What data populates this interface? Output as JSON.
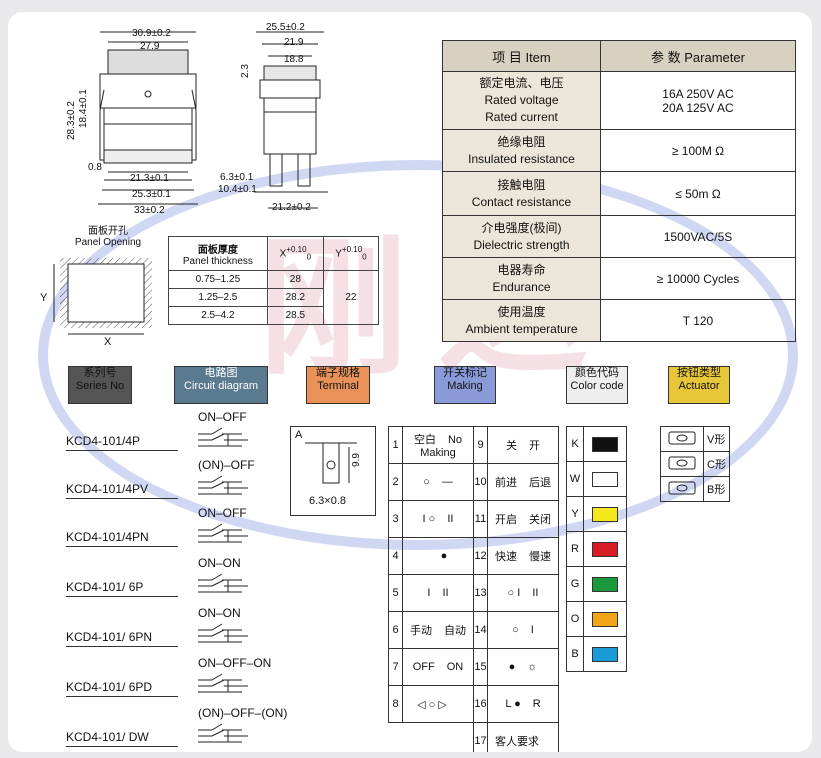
{
  "front_view": {
    "dims": [
      "30.9±0.2",
      "27.9",
      "28.3±0.2",
      "18.4±0.1",
      "0.8",
      "21.3±0.1",
      "25.3±0.1",
      "33±0.2"
    ]
  },
  "side_view": {
    "dims": [
      "25.5±0.2",
      "21.9",
      "18.8",
      "2.3",
      "6.3±0.1",
      "10.4±0.1",
      "21.2±0.2"
    ]
  },
  "params": {
    "header_item": "项 目  Item",
    "header_param": "参 数  Parameter",
    "rows": [
      {
        "cn": "额定电流、电压",
        "en1": "Rated voltage",
        "en2": "Rated current",
        "v1": "16A  250V AC",
        "v2": "20A 125V AC"
      },
      {
        "cn": "绝缘电阻",
        "en1": "Insulated resistance",
        "en2": "",
        "v1": "≥ 100M Ω",
        "v2": ""
      },
      {
        "cn": "接触电阻",
        "en1": "Contact resistance",
        "en2": "",
        "v1": "≤ 50m Ω",
        "v2": ""
      },
      {
        "cn": "介电强度(极间)",
        "en1": "Dielectric strength",
        "en2": "",
        "v1": "1500VAC/5S",
        "v2": ""
      },
      {
        "cn": "电器寿命",
        "en1": "Endurance",
        "en2": "",
        "v1": "≥ 10000 Cycles",
        "v2": ""
      },
      {
        "cn": "使用温度",
        "en1": "Ambient temperature",
        "en2": "",
        "v1": "T 120",
        "v2": ""
      }
    ]
  },
  "panel": {
    "title_cn": "面板开孔",
    "title_en": "Panel Opening",
    "y": "Y",
    "x": "X",
    "thick_cn": "面板厚度",
    "thick_en": "Panel thickness",
    "x_head": "X",
    "y_head": "Y",
    "tol_plus": "+0.10",
    "tol_zero": "0",
    "rows": [
      {
        "t": "0.75–1.25",
        "x": "28"
      },
      {
        "t": "1.25–2.5",
        "x": "28.2"
      },
      {
        "t": "2.5–4.2",
        "x": "28.5"
      }
    ],
    "y_val": "22"
  },
  "headers": {
    "series_cn": "系列号",
    "series_en": "Series No",
    "circuit_cn": "电路图",
    "circuit_en": "Circuit diagram",
    "terminal_cn": "端子规格",
    "terminal_en": "Terminal",
    "making_cn": "开关标记",
    "making_en": "Making",
    "color_cn": "颜色代码",
    "color_en": "Color code",
    "actuator_cn": "按钮类型",
    "actuator_en": "Actuator"
  },
  "series": [
    {
      "name": "KCD4-101/4P",
      "circuit": "ON–OFF"
    },
    {
      "name": "KCD4-101/4PV",
      "circuit": "(ON)–OFF"
    },
    {
      "name": "KCD4-101/4PN",
      "circuit": "ON–OFF"
    },
    {
      "name": "KCD4-101/ 6P",
      "circuit": "ON–ON"
    },
    {
      "name": "KCD4-101/ 6PN",
      "circuit": "ON–ON"
    },
    {
      "name": "KCD4-101/ 6PD",
      "circuit": "ON–OFF–ON"
    },
    {
      "name": "KCD4-101/ DW",
      "circuit": "(ON)–OFF–(ON)"
    }
  ],
  "terminal": {
    "label_a": "A",
    "dim_h": "9.9",
    "size": "6.3×0.8"
  },
  "making": {
    "left": [
      {
        "n": "1",
        "a": "空白",
        "b": "No Making"
      },
      {
        "n": "2",
        "a": "○",
        "b": "—"
      },
      {
        "n": "3",
        "a": "I  ○",
        "b": "II"
      },
      {
        "n": "4",
        "a": "",
        "b": "●"
      },
      {
        "n": "5",
        "a": "I",
        "b": "II"
      },
      {
        "n": "6",
        "a": "手动",
        "b": "自动"
      },
      {
        "n": "7",
        "a": "OFF",
        "b": "ON"
      },
      {
        "n": "8",
        "a": "◁  ○  ▷",
        "b": ""
      }
    ],
    "right": [
      {
        "n": "9",
        "a": "关",
        "b": "开"
      },
      {
        "n": "10",
        "a": "前进",
        "b": "后退"
      },
      {
        "n": "11",
        "a": "开启",
        "b": "关闭"
      },
      {
        "n": "12",
        "a": "快速",
        "b": "慢速"
      },
      {
        "n": "13",
        "a": "○  I",
        "b": "II"
      },
      {
        "n": "14",
        "a": "○",
        "b": "I"
      },
      {
        "n": "15",
        "a": "●",
        "b": "☼"
      },
      {
        "n": "16",
        "a": "L  ●",
        "b": "R"
      },
      {
        "n": "17",
        "a": "客人要求",
        "b": ""
      }
    ]
  },
  "colors": [
    {
      "code": "K",
      "hex": "#111111"
    },
    {
      "code": "W",
      "hex": "#ffffff"
    },
    {
      "code": "Y",
      "hex": "#f4e81c"
    },
    {
      "code": "R",
      "hex": "#d81c24"
    },
    {
      "code": "G",
      "hex": "#1a9a3c"
    },
    {
      "code": "O",
      "hex": "#f2a516"
    },
    {
      "code": "B",
      "hex": "#1b9ad8"
    }
  ],
  "actuators": [
    "V形",
    "C形",
    "B形"
  ],
  "header_colors": {
    "series": "#555555",
    "circuit": "#4a6a80",
    "terminal": "#e8925a",
    "making": "#8a9ad8",
    "color": "#eeeeee",
    "actuator": "#e8c63a"
  }
}
